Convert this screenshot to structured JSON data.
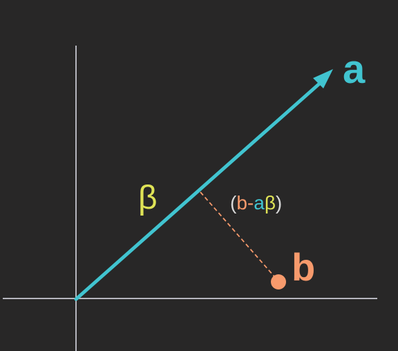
{
  "labels": {
    "vector_a": "a",
    "point_b": "b",
    "scalar": "β",
    "residual": {
      "open": "(",
      "b": "b",
      "minus": "-",
      "a": "a",
      "beta": "β",
      "close": ")"
    }
  },
  "colors": {
    "background": "#282727",
    "axis": "#e6e6f0",
    "vector_a": "#41c4d0",
    "point_b": "#f79a6c",
    "beta": "#dfe356",
    "paren": "#d9d9d9"
  }
}
